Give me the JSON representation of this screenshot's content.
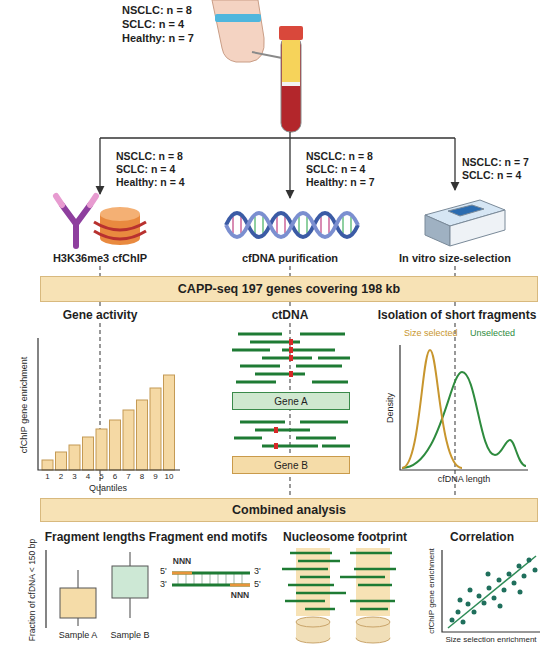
{
  "diagram": {
    "nodes": [
      {
        "text": [
          "CAPP-seq 197 genes covering 198 kb"
        ]
      },
      {
        "text": [
          "Gene A"
        ]
      },
      {
        "text": [
          "Gene B"
        ]
      },
      {
        "text": [
          "Combined analysis"
        ]
      }
    ],
    "edges": [
      {
        "from": 0,
        "to": 3,
        "arrow": "none"
      },
      {
        "from": 0,
        "to": 3,
        "arrow": "none"
      },
      {
        "from": 0,
        "to": 3,
        "arrow": "none"
      }
    ],
    "labels": [
      "NSCLC: n = 8",
      "SCLC: n = 4",
      "Healthy: n = 7",
      "NSCLC: n = 8",
      "SCLC: n = 4",
      "Healthy: n = 4",
      "NSCLC: n = 8",
      "SCLC: n = 4",
      "Healthy: n = 7",
      "NSCLC: n = 7",
      "SCLC: n = 4",
      "H3K36me3 cfChIP",
      "cfDNA purification",
      "In vitro size-selection",
      "Gene activity",
      "cfChIP gene enrichment",
      "1",
      "2",
      "3",
      "4",
      "5",
      "6",
      "7",
      "8",
      "9",
      "10",
      "Quantiles",
      "ctDNA",
      "Isolation of short fragments",
      "Size selected",
      "Unselected",
      "Density",
      "cfDNA length",
      "Fragment lengths",
      "Fraction of cfDNA < 150 bp",
      "Sample A",
      "Sample B",
      "Fragment end motifs",
      "NNN",
      "5'",
      "3'",
      "3'",
      "5'",
      "NNN",
      "Nucleosome footprint",
      "Correlation",
      "cfChIP gene enrichment",
      "Size selection enrichment"
    ]
  }
}
